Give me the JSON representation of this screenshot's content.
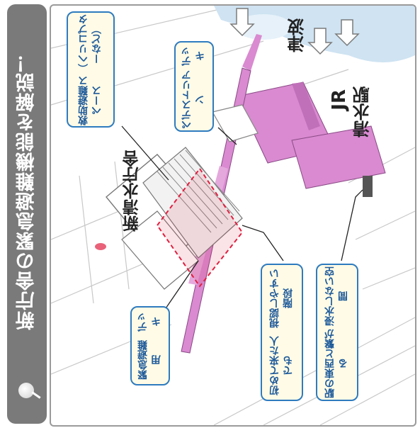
{
  "heading": "新庁舎の緊急避難機能を解説！",
  "labels": {
    "tsunami": "津波",
    "station_line1": "JR",
    "station_line2": "清水駅",
    "new_office": "新清水庁舎"
  },
  "callouts": {
    "rescue_space_line1": "救助避難スペース",
    "rescue_space_line2": "（ヘリコプターなど）",
    "pedestrian_deck_line1": "ペデストリアン",
    "pedestrian_deck_line2": "デッキ",
    "emergency_deck_line1": "緊急避難用",
    "emergency_deck_line2": "デッキ",
    "stairs_line1": "初めて来た人でも",
    "stairs_line2": "視認しやすい階段",
    "space_line1": "駅の東西と繋がる",
    "space_line2": "浸水しない空間"
  },
  "colors": {
    "deck": "#d98ad0",
    "water": "#cfe3f2",
    "callout_border": "#2e7bbf",
    "callout_bg": "#fffbe6",
    "sidebar": "#7a7a7a",
    "highlight": "#e02040"
  }
}
